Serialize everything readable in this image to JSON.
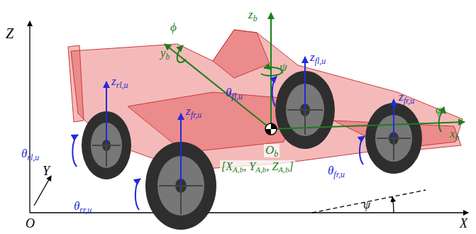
{
  "diagram": {
    "labels": [
      "Z",
      "Y",
      "O",
      "X",
      "ψ",
      "zb",
      "ψ",
      "ϕ",
      "yb",
      "zfl,u",
      "zrl,u",
      "zfr,u",
      "θfl,u",
      "zfr,u",
      "φ",
      "xb",
      "Ob",
      "[XA,b, YA,b, ZA,b]",
      "θrl,u",
      "θrr,u",
      "θfr,u"
    ]
  }
}
